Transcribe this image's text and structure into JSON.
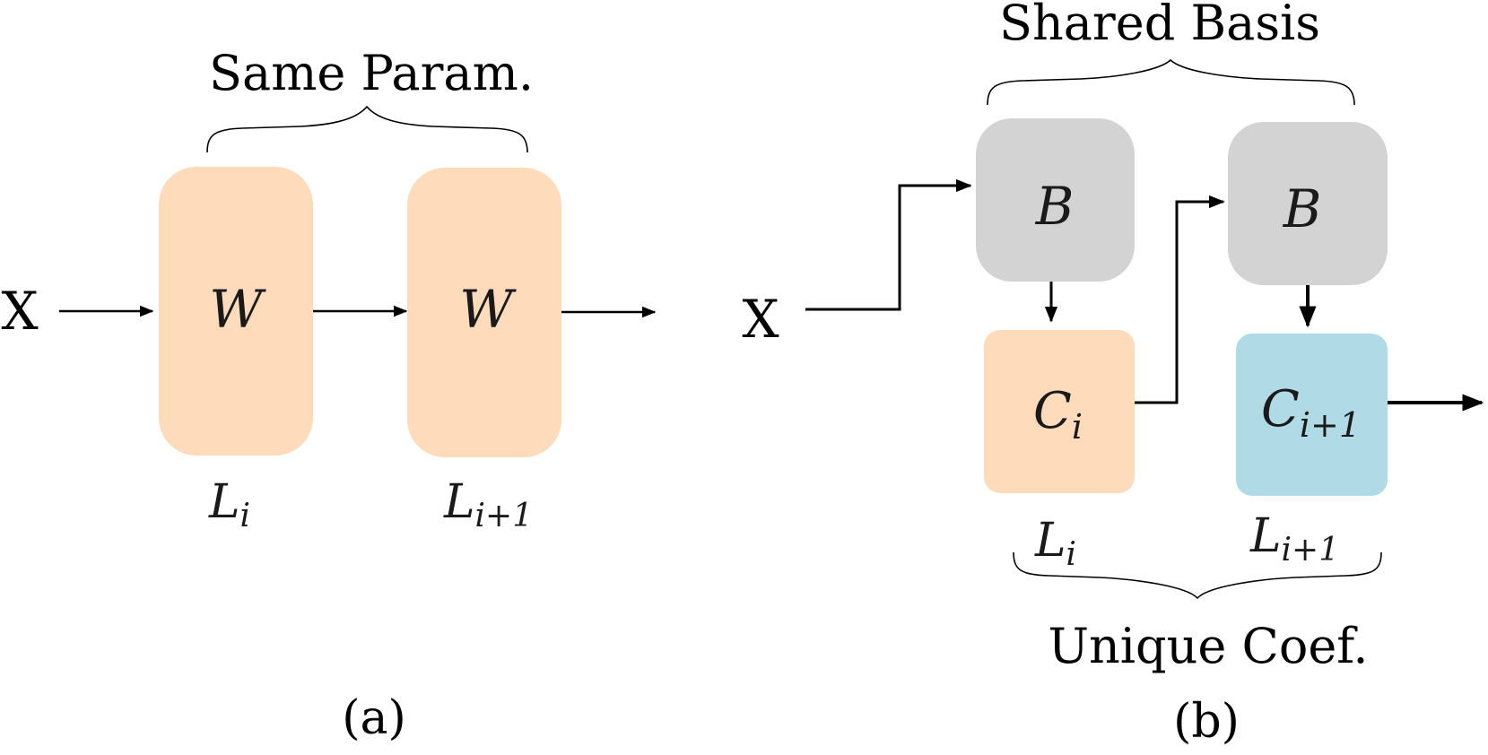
{
  "panel_a": {
    "input_label": "X",
    "brace_label": "Same Param.",
    "block1": {
      "symbol": "W",
      "layer_main": "L",
      "layer_sub": "i"
    },
    "block2": {
      "symbol": "W",
      "layer_main": "L",
      "layer_sub": "i+1"
    },
    "caption": "(a)"
  },
  "panel_b": {
    "input_label": "X",
    "top_brace_label": "Shared Basis",
    "bottom_brace_label": "Unique Coef.",
    "basis1": {
      "symbol": "B"
    },
    "basis2": {
      "symbol": "B"
    },
    "coef1": {
      "main": "C",
      "sub": "i",
      "layer_main": "L",
      "layer_sub": "i"
    },
    "coef2": {
      "main": "C",
      "sub": "i+1",
      "layer_main": "L",
      "layer_sub": "i+1"
    },
    "caption": "(b)"
  },
  "colors": {
    "peach": "#fddbbb",
    "gray": "#d3d3d3",
    "blue": "#b0dae6",
    "stroke": "#000000"
  }
}
